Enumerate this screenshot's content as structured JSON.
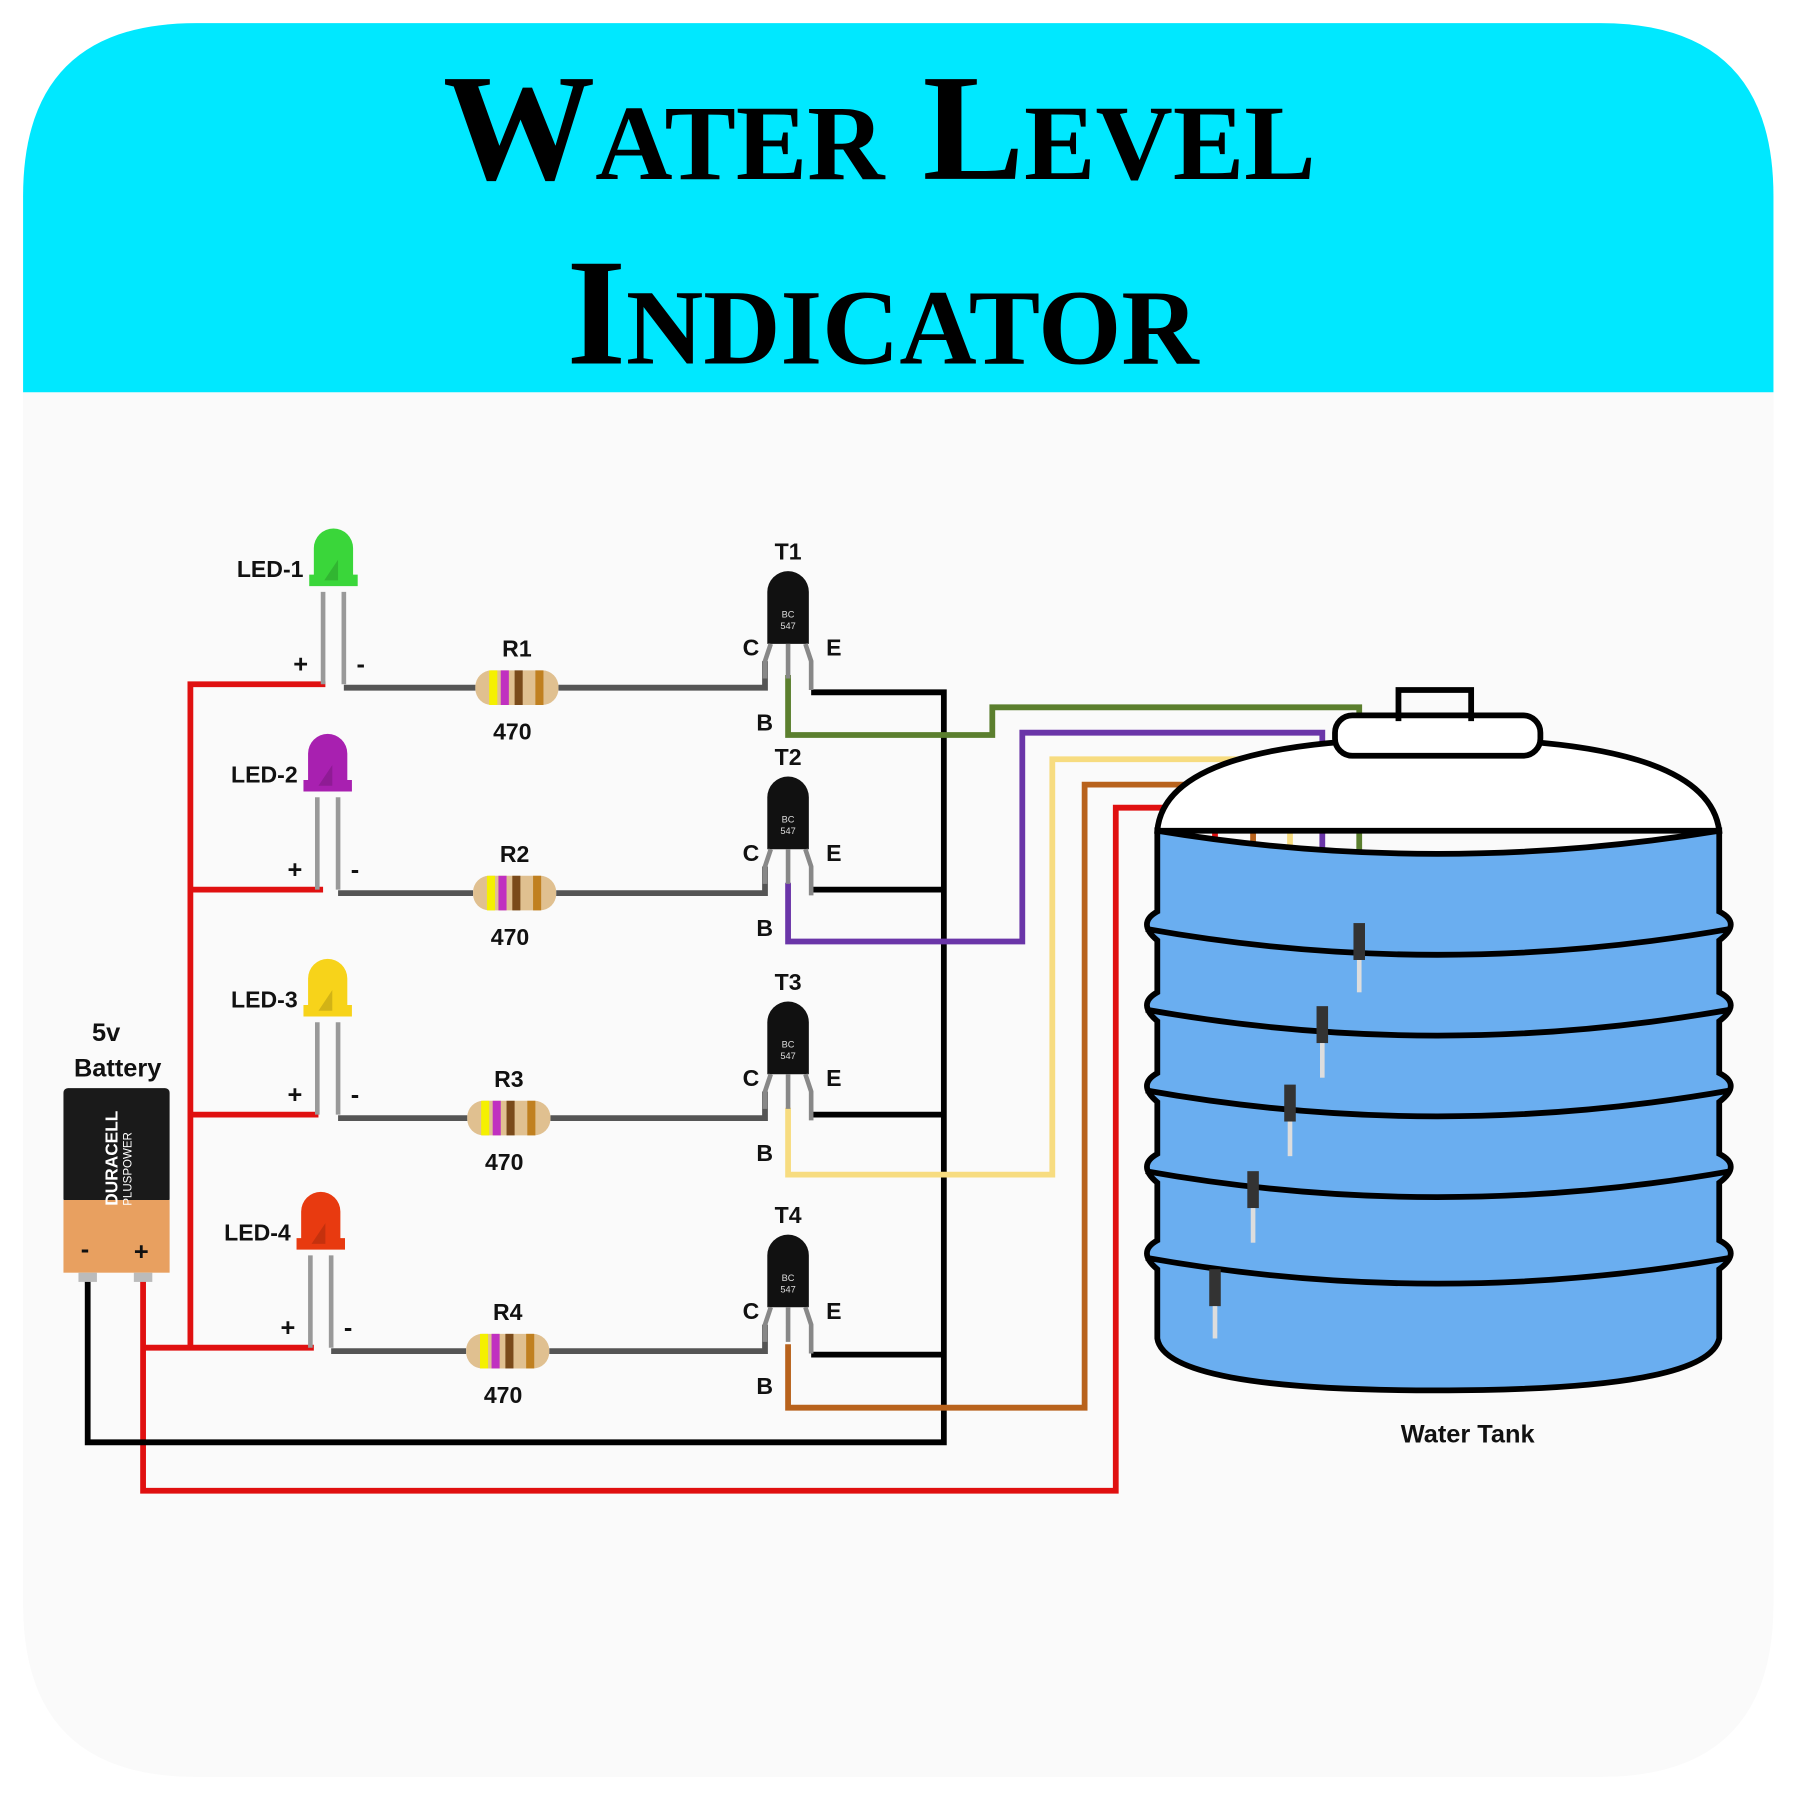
{
  "title": {
    "line1": "Water Level",
    "line2": "Indicator"
  },
  "battery": {
    "label_line1": "5v",
    "label_line2": "Battery",
    "brand": "DURACELL",
    "sub_brand": "PLUSPOWER",
    "minus": "-",
    "plus": "+"
  },
  "rows": [
    {
      "led": "LED-1",
      "led_color": "#3ad63a",
      "resistor": "R1",
      "value": "470",
      "transistor": "T1",
      "base_wire_color": "#5b7f2e"
    },
    {
      "led": "LED-2",
      "led_color": "#a820b0",
      "resistor": "R2",
      "value": "470",
      "transistor": "T2",
      "base_wire_color": "#6a35a8"
    },
    {
      "led": "LED-3",
      "led_color": "#f7d31a",
      "resistor": "R3",
      "value": "470",
      "transistor": "T3",
      "base_wire_color": "#f7dc80"
    },
    {
      "led": "LED-4",
      "led_color": "#e83a10",
      "resistor": "R4",
      "value": "470",
      "transistor": "T4",
      "base_wire_color": "#b8621c"
    }
  ],
  "pins": {
    "plus": "+",
    "minus": "-",
    "c": "C",
    "e": "E",
    "b": "B"
  },
  "transistor_marking": {
    "line1": "BC",
    "line2": "547"
  },
  "tank": {
    "label": "Water Tank",
    "water_color": "#6aaef0"
  },
  "colors": {
    "header": "#00e8ff",
    "positive": "#e01010",
    "ground": "#000000"
  }
}
